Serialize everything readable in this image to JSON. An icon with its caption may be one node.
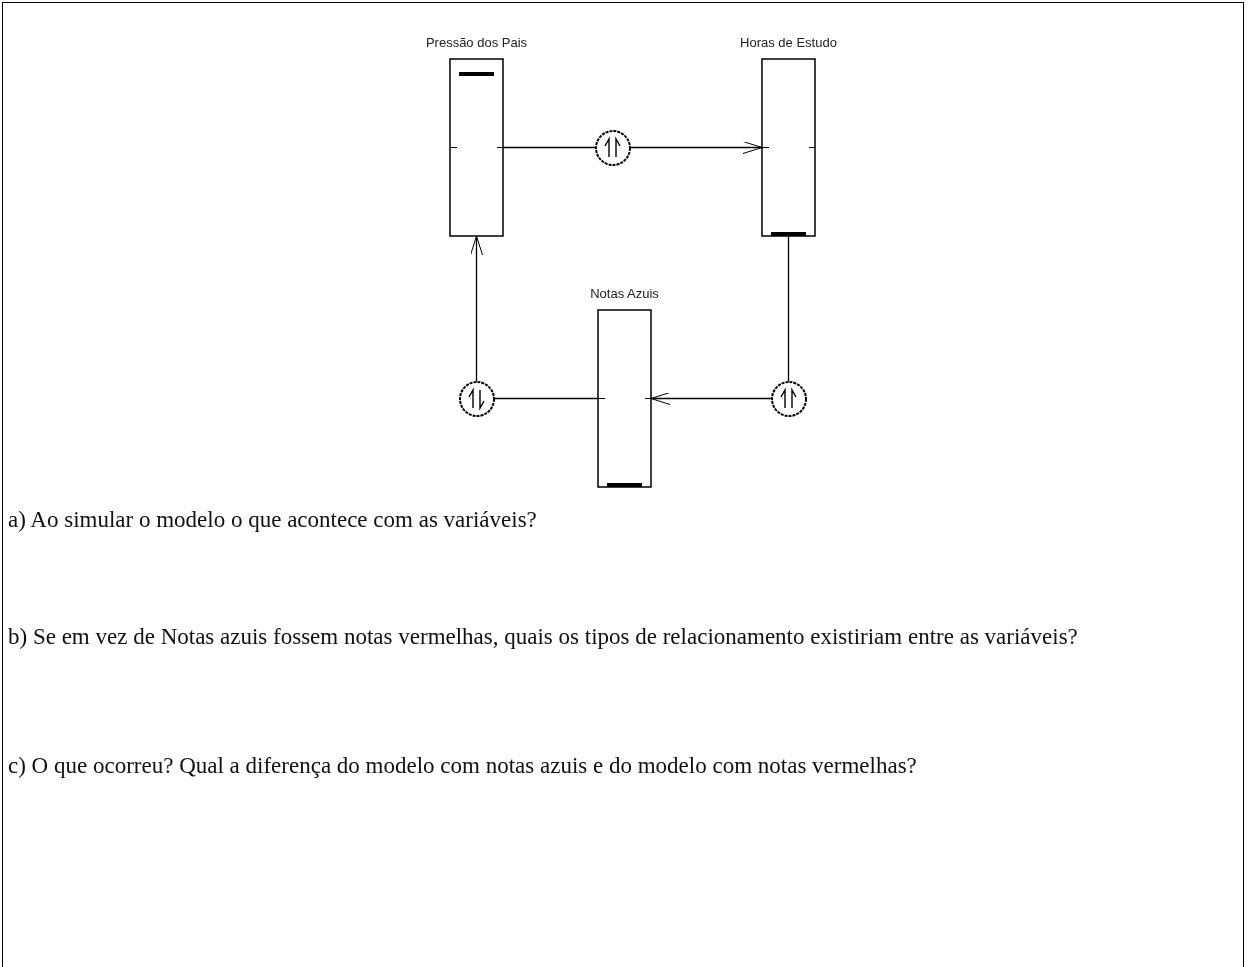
{
  "diagram": {
    "nodes": [
      {
        "text": [
          "Pressão dos Pais"
        ]
      },
      {
        "text": [
          "Horas de Estudo"
        ]
      },
      {
        "text": [
          "Notas Azuis"
        ]
      },
      {
        "text": [],
        "shape": "circle"
      },
      {
        "text": [],
        "shape": "circle"
      },
      {
        "text": [],
        "shape": "circle"
      }
    ],
    "edges": [
      {
        "from": 0,
        "to": 3,
        "arrow": "none"
      },
      {
        "from": 3,
        "to": 1,
        "arrow": "to"
      },
      {
        "from": 1,
        "to": 5,
        "arrow": "none"
      },
      {
        "from": 5,
        "to": 2,
        "arrow": "to"
      },
      {
        "from": 2,
        "to": 4,
        "arrow": "none"
      },
      {
        "from": 4,
        "to": 0,
        "arrow": "to"
      }
    ],
    "labels": [
      "a) Ao simular o modelo o que acontece com as variáveis?",
      "b) Se em vez de Notas azuis fossem notas vermelhas, quais os tipos de relacionamento existiriam entre as variáveis?",
      "c) O que ocorreu? Qual a diferença do modelo com notas azuis e do modelo com notas vermelhas?"
    ]
  }
}
